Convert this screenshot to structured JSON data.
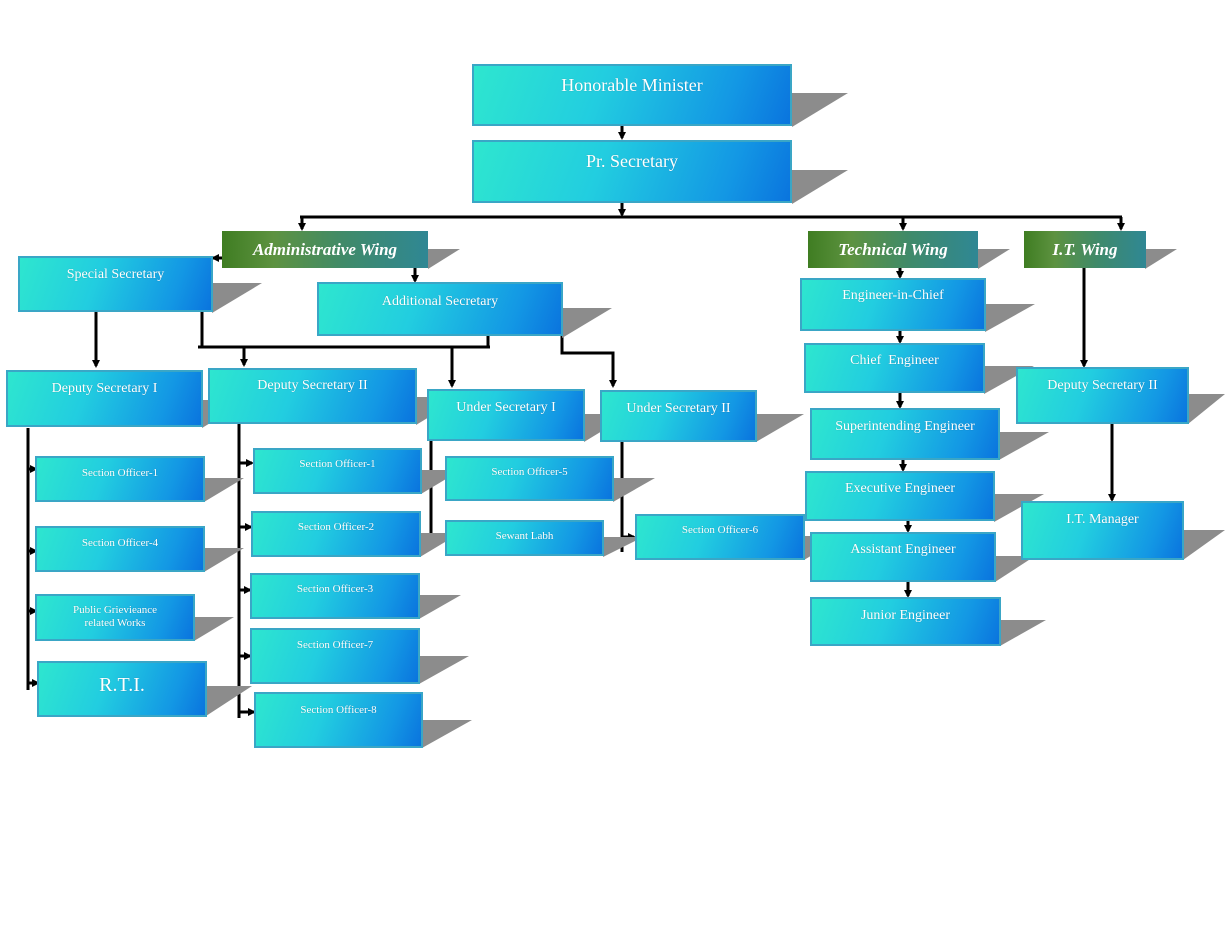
{
  "top": {
    "minister": "Honorable Minister",
    "pr_secretary": "Pr. Secretary"
  },
  "wings": {
    "administrative": "Administrative Wing",
    "technical": "Technical Wing",
    "it": "I.T. Wing"
  },
  "admin": {
    "special_secretary": "Special Secretary",
    "additional_secretary": "Additional Secretary",
    "deputy_secretary_1": "Deputy Secretary I",
    "deputy_secretary_2": "Deputy Secretary II",
    "under_secretary_1": "Under Secretary I",
    "under_secretary_2": "Under Secretary II",
    "ds1_units": [
      "Section Officer-1",
      "Section Officer-4",
      "Public Grievieance related Works",
      "R.T.I."
    ],
    "ds2_units": [
      "Section Officer-1",
      "Section Officer-2",
      "Section Officer-3",
      "Section Officer-7",
      "Section Officer-8"
    ],
    "us1_units": [
      "Section Officer-5",
      "Sewant Labh"
    ],
    "us2_units": [
      "Section Officer-6"
    ]
  },
  "technical": {
    "chain": [
      "Engineer-in-Chief",
      "Chief  Engineer",
      "Superintending Engineer",
      "Executive Engineer",
      "Assistant Engineer",
      "Junior Engineer"
    ]
  },
  "it": {
    "deputy_secretary": "Deputy Secretary II",
    "manager": "I.T. Manager"
  }
}
